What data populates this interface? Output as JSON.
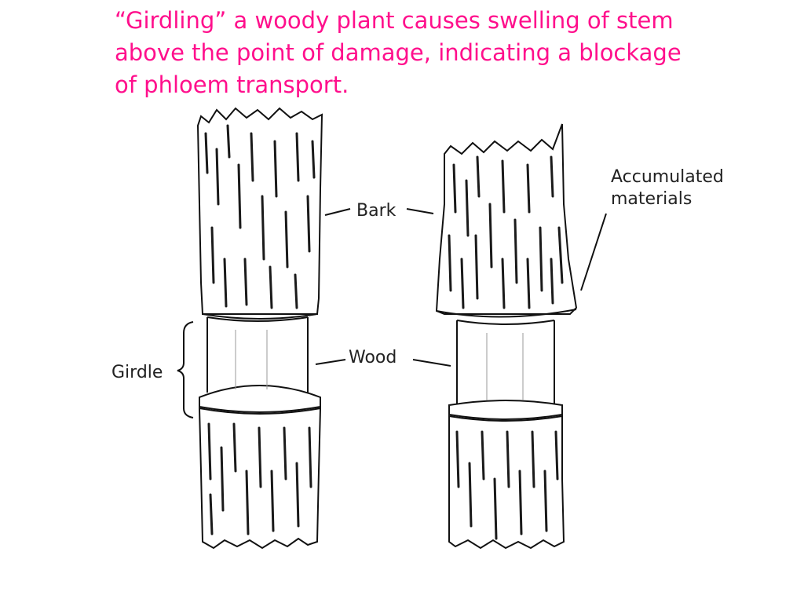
{
  "slide": {
    "title_lines": [
      "“Girdling” a woody plant causes swelling of stem",
      "above the point of damage, indicating a blockage",
      "of phloem transport."
    ]
  },
  "diagram": {
    "labels": {
      "bark": "Bark",
      "wood": "Wood",
      "girdle": "Girdle",
      "accumulated_line1": "Accumulated",
      "accumulated_line2": "materials"
    }
  }
}
